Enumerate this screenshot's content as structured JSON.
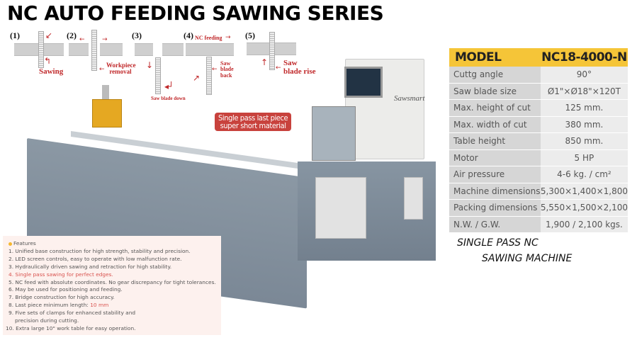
{
  "title": "NC AUTO FEEDING SAWING SERIES",
  "process_steps": [
    {
      "num": "(1)",
      "label": "Sawing"
    },
    {
      "num": "(2)",
      "label": "Workpiece removal"
    },
    {
      "num": "(3)",
      "label": "Saw blade down"
    },
    {
      "num": "(4)",
      "label": "Saw blade back",
      "top_label": "NC feeding"
    },
    {
      "num": "(5)",
      "label": "Saw blade rise"
    }
  ],
  "badge": {
    "line1": "Single pass last piece",
    "line2": "super short material"
  },
  "brand": "Sawsmart",
  "spec_table": {
    "header": {
      "key": "MODEL",
      "value": "NC18-4000-N"
    },
    "rows": [
      {
        "key": "Cuttg angle",
        "value": "90°"
      },
      {
        "key": "Saw blade size",
        "value": "Ø1\"×Ø18\"×120T"
      },
      {
        "key": "Max. height of cut",
        "value": "125 mm."
      },
      {
        "key": "Max. width of cut",
        "value": "380 mm."
      },
      {
        "key": "Table height",
        "value": "850 mm."
      },
      {
        "key": "Motor",
        "value": "5 HP"
      },
      {
        "key": "Air pressure",
        "value": "4-6 kg. / cm²"
      },
      {
        "key": "Machine dimensions",
        "value": "5,300×1,400×1,800"
      },
      {
        "key": "Packing dimensions",
        "value": "5,550×1,500×2,100"
      },
      {
        "key": "N.W. / G.W.",
        "value": "1,900 / 2,100 kgs."
      }
    ]
  },
  "caption": {
    "line1": "SINGLE PASS NC",
    "line2": "SAWING MACHINE"
  },
  "features": {
    "heading": "Features",
    "items": [
      {
        "text": "1. Unified base construction for high strength, stability and precision."
      },
      {
        "text": "2. LED screen controls, easy to operate with low malfunction rate."
      },
      {
        "text": "3. Hydraulically driven sawing and retraction for high stability."
      },
      {
        "text": "4. Single pass sawing for perfect edges."
      },
      {
        "text": "5. NC feed with absolute coordinates. No gear discrepancy for tight tolerances."
      },
      {
        "text": "6. May be used for positioning and feeding."
      },
      {
        "text": "7. Bridge construction for high accuracy."
      },
      {
        "text": "8. Last piece minimum length: ",
        "highlight": "10 mm"
      },
      {
        "text": "9. Five sets of clamps for enhanced stability and"
      },
      {
        "text": "    precision during cutting."
      },
      {
        "text": "10. Extra large 10\" work table for easy operation."
      }
    ]
  },
  "colors": {
    "accent_yellow": "#f5c538",
    "accent_red": "#c8423d",
    "machine_gray": "#7f8c99"
  }
}
